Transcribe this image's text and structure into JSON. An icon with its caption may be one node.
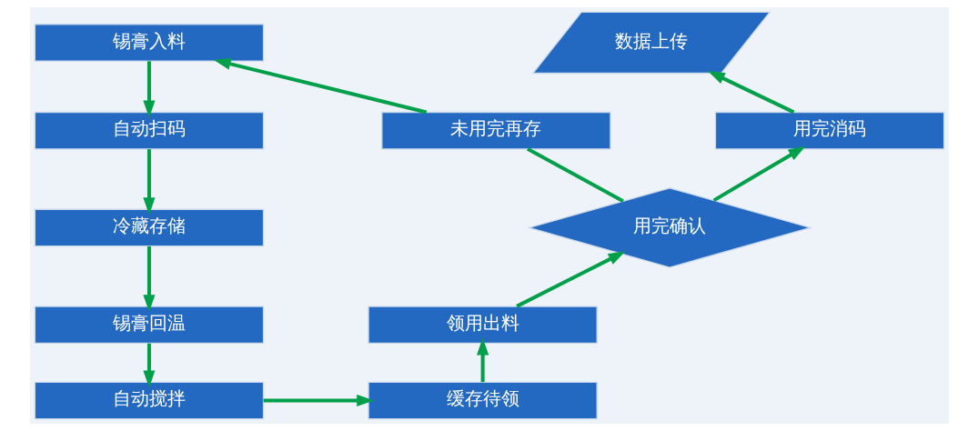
{
  "diagram": {
    "nodes": [
      {
        "text": [
          "锡膏入料"
        ]
      },
      {
        "text": [
          "自动扫码"
        ]
      },
      {
        "text": [
          "冷藏存储"
        ]
      },
      {
        "text": [
          "锡膏回温"
        ]
      },
      {
        "text": [
          "自动搅拌"
        ]
      },
      {
        "text": [
          "缓存待领"
        ]
      },
      {
        "text": [
          "领用出料"
        ]
      },
      {
        "text": [
          "用完确认"
        ]
      },
      {
        "text": [
          "未用完再存"
        ]
      },
      {
        "text": [
          "用完消码"
        ]
      },
      {
        "text": [
          "数据上传"
        ]
      }
    ],
    "edges": [
      {
        "from": 0,
        "to": 1,
        "arrow": "to"
      },
      {
        "from": 1,
        "to": 2,
        "arrow": "to"
      },
      {
        "from": 2,
        "to": 3,
        "arrow": "to"
      },
      {
        "from": 3,
        "to": 4,
        "arrow": "to"
      },
      {
        "from": 4,
        "to": 5,
        "arrow": "to"
      },
      {
        "from": 5,
        "to": 6,
        "arrow": "to"
      },
      {
        "from": 6,
        "to": 7,
        "arrow": "to"
      },
      {
        "from": 7,
        "to": 8,
        "arrow": "none"
      },
      {
        "from": 8,
        "to": 0,
        "arrow": "to"
      },
      {
        "from": 7,
        "to": 9,
        "arrow": "to"
      },
      {
        "from": 9,
        "to": 10,
        "arrow": "to"
      }
    ]
  }
}
